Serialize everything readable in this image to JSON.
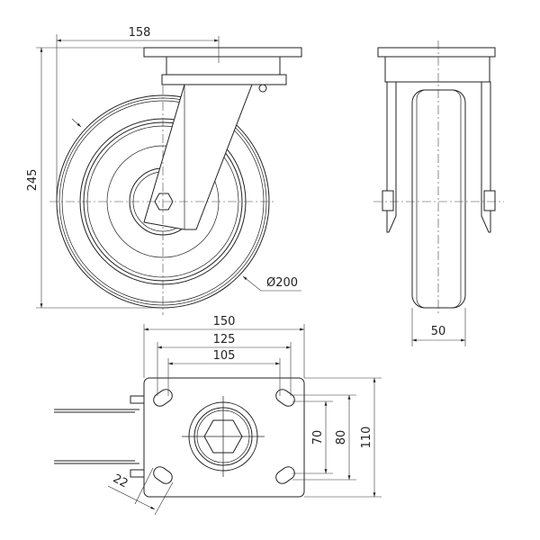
{
  "side_view": {
    "height_label": "245",
    "offset_label": "158",
    "diameter_label": "Ø200"
  },
  "front_view": {
    "width_label": "50"
  },
  "bottom_view": {
    "plate_width_label": "150",
    "hole_outer_label": "125",
    "hole_inner_label": "105",
    "hole_inner_v_label": "70",
    "hole_outer_v_label": "80",
    "plate_length_label": "110",
    "slot_label": "22"
  }
}
